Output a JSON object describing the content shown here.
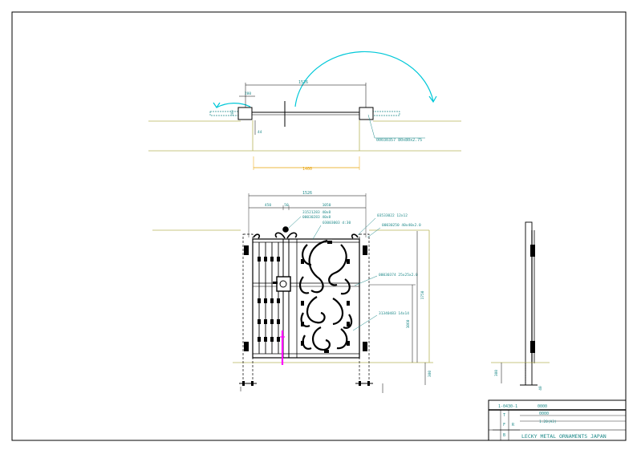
{
  "top_plan": {
    "dim_overall": "1526",
    "dim_left_small": "280",
    "dim_side": "200",
    "dim_gap": "44",
    "post_label": "00030357 80x80x2.75",
    "dim_opening": "1400"
  },
  "elevation": {
    "dim_overall": "1526",
    "dim_left": "450",
    "dim_mid": "50",
    "dim_right": "1050",
    "label_a1": "31521283 40x8",
    "label_a2": "00030283 40x8",
    "label_b": "03003003 d:30",
    "label_c": "03533022 12x12",
    "label_d": "00030250 40x40x2.0",
    "label_e": "00030374 25x25x2.0",
    "label_f": "31340483 14x14",
    "dim_height": "1750",
    "dim_lower": "1060",
    "dim_base": "300"
  },
  "side_view": {
    "dim_base": "300",
    "dim_post": "40"
  },
  "title_block": {
    "drawing_no": "1-0430-1",
    "code_top": "0000",
    "code_mid": "0000",
    "scale_line": "1:20(A3)",
    "cells": [
      "T",
      "F",
      "R"
    ],
    "cell_bottom": "B",
    "company": "LECKY METAL ORNAMENTS JAPAN"
  },
  "colors": {
    "line": "#000000",
    "ground": "#b8b45a",
    "dim": "#1f8a8a",
    "swing": "#00c8d8",
    "accent": "#ff00ff",
    "orange": "#e8a000"
  }
}
